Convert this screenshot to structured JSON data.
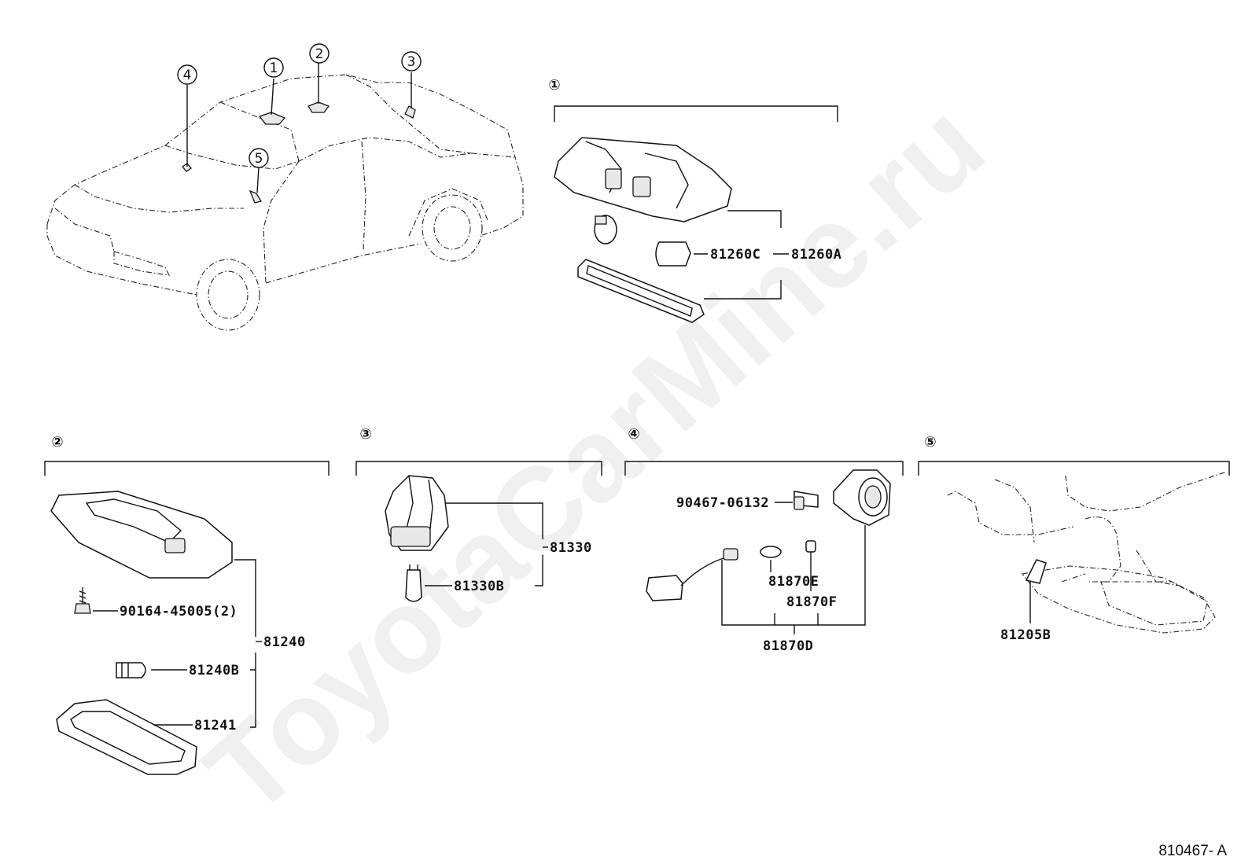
{
  "watermark": "ToyotaCarMine.ru",
  "reference_code": "810467- A",
  "overview": {
    "callouts": [
      "①",
      "②",
      "③",
      "④",
      "⑤"
    ]
  },
  "sections": [
    {
      "number": "①",
      "labels": [
        "81260C",
        "81260A"
      ]
    },
    {
      "number": "②",
      "labels": [
        "90164-45005(2)",
        "81240",
        "81240B",
        "81241"
      ]
    },
    {
      "number": "③",
      "labels": [
        "81330",
        "81330B"
      ]
    },
    {
      "number": "④",
      "labels": [
        "90467-06132",
        "81870E",
        "81870F",
        "81870D"
      ]
    },
    {
      "number": "⑤",
      "labels": [
        "81205B"
      ]
    }
  ]
}
